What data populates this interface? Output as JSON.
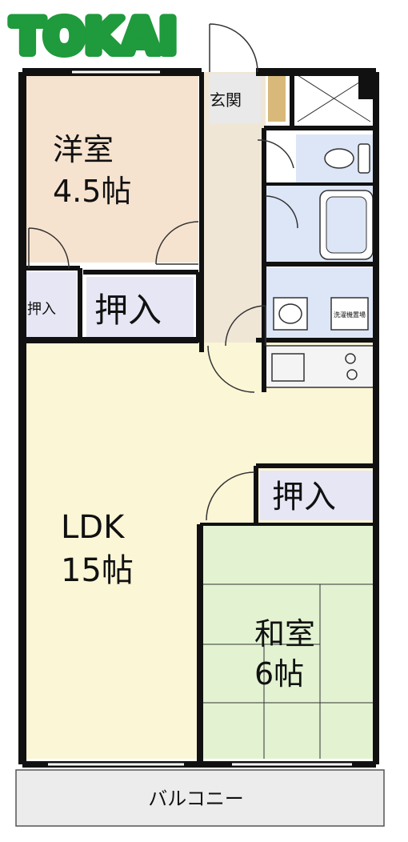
{
  "logo": {
    "text": "TOKAI",
    "color": "#1f9a3c"
  },
  "rooms": {
    "western": {
      "name": "洋室",
      "size": "4.5帖"
    },
    "ldk": {
      "name": "LDK",
      "size": "15帖"
    },
    "japanese": {
      "name": "和室",
      "size": "6帖"
    },
    "entrance": "玄関",
    "balcony": "バルコニー"
  },
  "storage": {
    "small": "押入",
    "western_closet": "押入",
    "japanese_closet": "押入"
  },
  "appliance_label": "洗濯機置場",
  "colors": {
    "western": "#f6e3cf",
    "ldk": "#fbf6d6",
    "japanese": "#e3f3d2",
    "storage": "#e6e6f5",
    "wet": "#dde6f7",
    "balcony": "#ececec",
    "hall": "#f0e6d6",
    "wall": "#111111"
  }
}
